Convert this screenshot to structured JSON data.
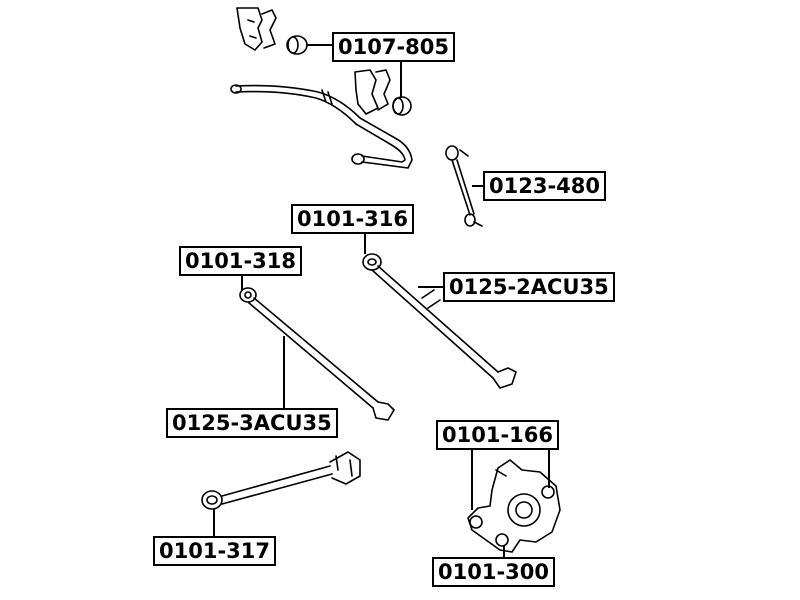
{
  "parts": [
    {
      "id": "p1",
      "code": "0107-805"
    },
    {
      "id": "p2",
      "code": "0123-480"
    },
    {
      "id": "p3",
      "code": "0101-316"
    },
    {
      "id": "p4",
      "code": "0101-318"
    },
    {
      "id": "p5",
      "code": "0125-2ACU35"
    },
    {
      "id": "p6",
      "code": "0125-3ACU35"
    },
    {
      "id": "p7",
      "code": "0101-166"
    },
    {
      "id": "p8",
      "code": "0101-317"
    },
    {
      "id": "p9",
      "code": "0101-300"
    }
  ],
  "colors": {
    "line": "#000000",
    "fill": "#ffffff"
  }
}
